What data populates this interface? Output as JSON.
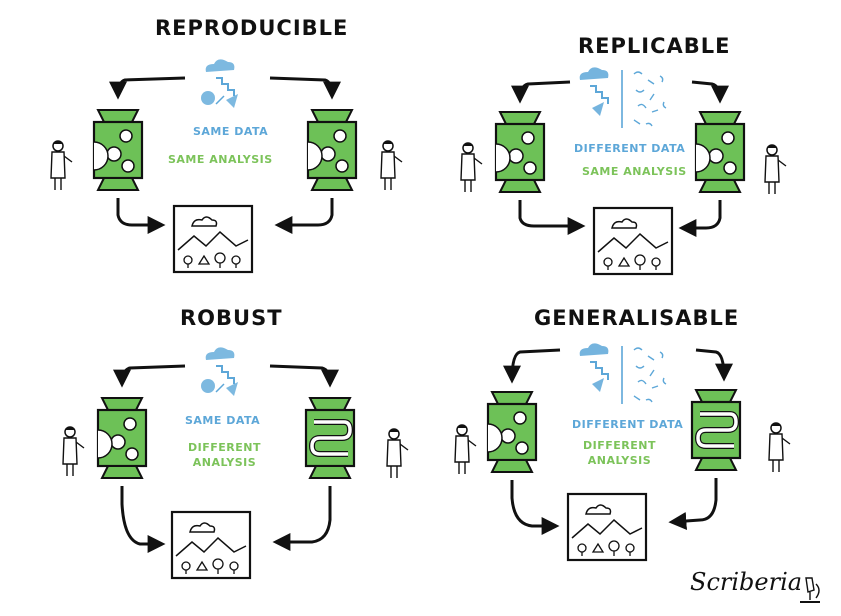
{
  "panels": [
    {
      "title": "REPRODUCIBLE",
      "data_label": "SAME DATA",
      "analysis_label": "SAME ANALYSIS"
    },
    {
      "title": "REPLICABLE",
      "data_label": "DIFFERENT DATA",
      "analysis_label": "SAME ANALYSIS"
    },
    {
      "title": "ROBUST",
      "data_label": "SAME DATA",
      "analysis_label": "DIFFERENT\nANALYSIS"
    },
    {
      "title": "GENERALISABLE",
      "data_label": "DIFFERENT DATA",
      "analysis_label": "DIFFERENT\nANALYSIS"
    }
  ],
  "brand": "Scriberia",
  "colors": {
    "machine_green": "#6dc157",
    "data_blue": "#5da7d8",
    "analysis_green": "#7cc35a",
    "ink": "#111111"
  }
}
